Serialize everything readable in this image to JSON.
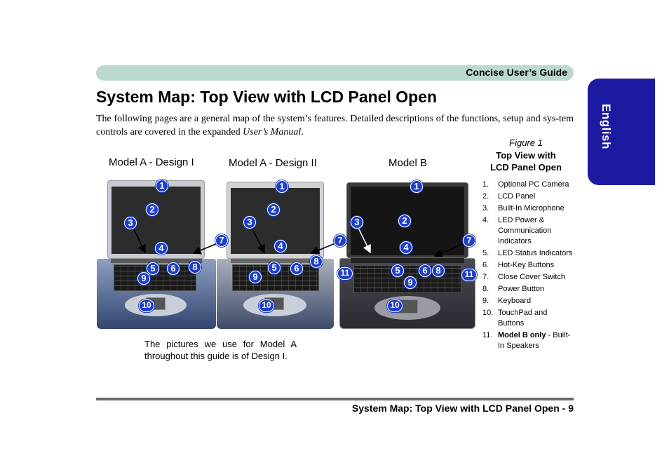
{
  "header": {
    "title": "Concise User’s Guide"
  },
  "language_tab": "English",
  "page_title": "System Map: Top View with LCD Panel Open",
  "intro": {
    "text": "The following pages are a general map of the system’s features. Detailed descriptions of the functions, setup and sys-tem controls are covered in the expanded ",
    "manual": "User’s Manual",
    "end": "."
  },
  "figure": {
    "number": "Figure  1",
    "title_line1": "Top View with",
    "title_line2": "LCD Panel Open"
  },
  "models": [
    {
      "label": "Model A - Design I"
    },
    {
      "label": "Model A - Design II"
    },
    {
      "label": "Model B"
    }
  ],
  "callouts": [
    "1",
    "2",
    "3",
    "4",
    "5",
    "6",
    "7",
    "8",
    "9",
    "10",
    "11"
  ],
  "legend": [
    {
      "num": "1.",
      "text": "Optional PC Camera"
    },
    {
      "num": "2.",
      "text": "LCD Panel"
    },
    {
      "num": "3.",
      "text": "Built-In Microphone"
    },
    {
      "num": "4.",
      "text": "LED Power & Communication Indicators"
    },
    {
      "num": "5.",
      "text": "LED Status Indicators"
    },
    {
      "num": "6.",
      "text": "Hot-Key Buttons"
    },
    {
      "num": "7.",
      "text": "Close Cover Switch"
    },
    {
      "num": "8.",
      "text": "Power Button"
    },
    {
      "num": "9.",
      "text": "Keyboard"
    },
    {
      "num": "10.",
      "text": "TouchPad and Buttons"
    },
    {
      "num": "11.",
      "bold": "Model B only",
      "text": " - Built-In Speakers"
    }
  ],
  "note": "The pictures we use for Model A throughout this guide is of Design I.",
  "footer": "System Map: Top View with LCD Panel Open - 9",
  "colors": {
    "header_bar": "#bcd8d3",
    "language_tab": "#1c1aa0",
    "callout": "#1f3fc8"
  }
}
